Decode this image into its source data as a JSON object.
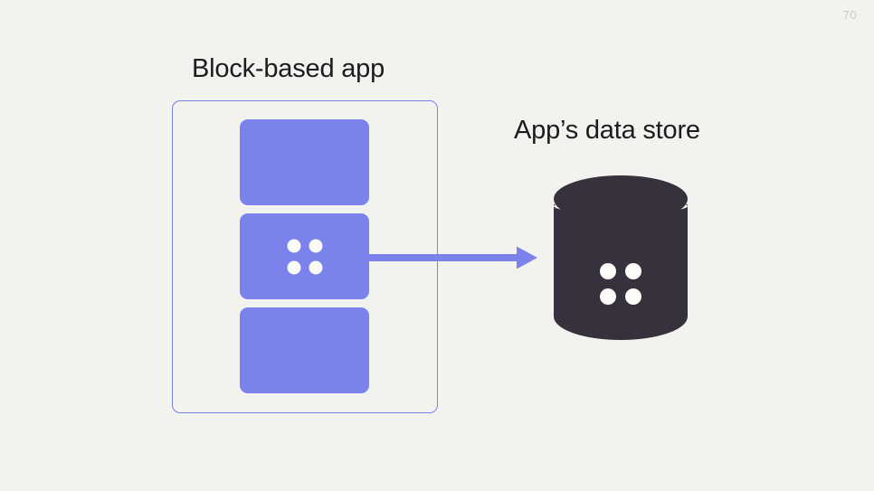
{
  "slide": {
    "page_number": "70",
    "background_color": "#f2f3ee",
    "text_color": "#1c1b1f",
    "accent_color": "#7b82ec",
    "dark_color": "#36313c",
    "dot_color": "#fbfbf7"
  },
  "app": {
    "title": "Block-based app",
    "blocks": [
      {
        "id": "block-1",
        "has_dots": false
      },
      {
        "id": "block-2",
        "has_dots": true
      },
      {
        "id": "block-3",
        "has_dots": false
      }
    ]
  },
  "store": {
    "title": "App’s data store",
    "icon": "database-cylinder",
    "has_dots": true
  },
  "flow": {
    "arrow": "arrow-right",
    "from": "block-2",
    "to": "data-store"
  }
}
